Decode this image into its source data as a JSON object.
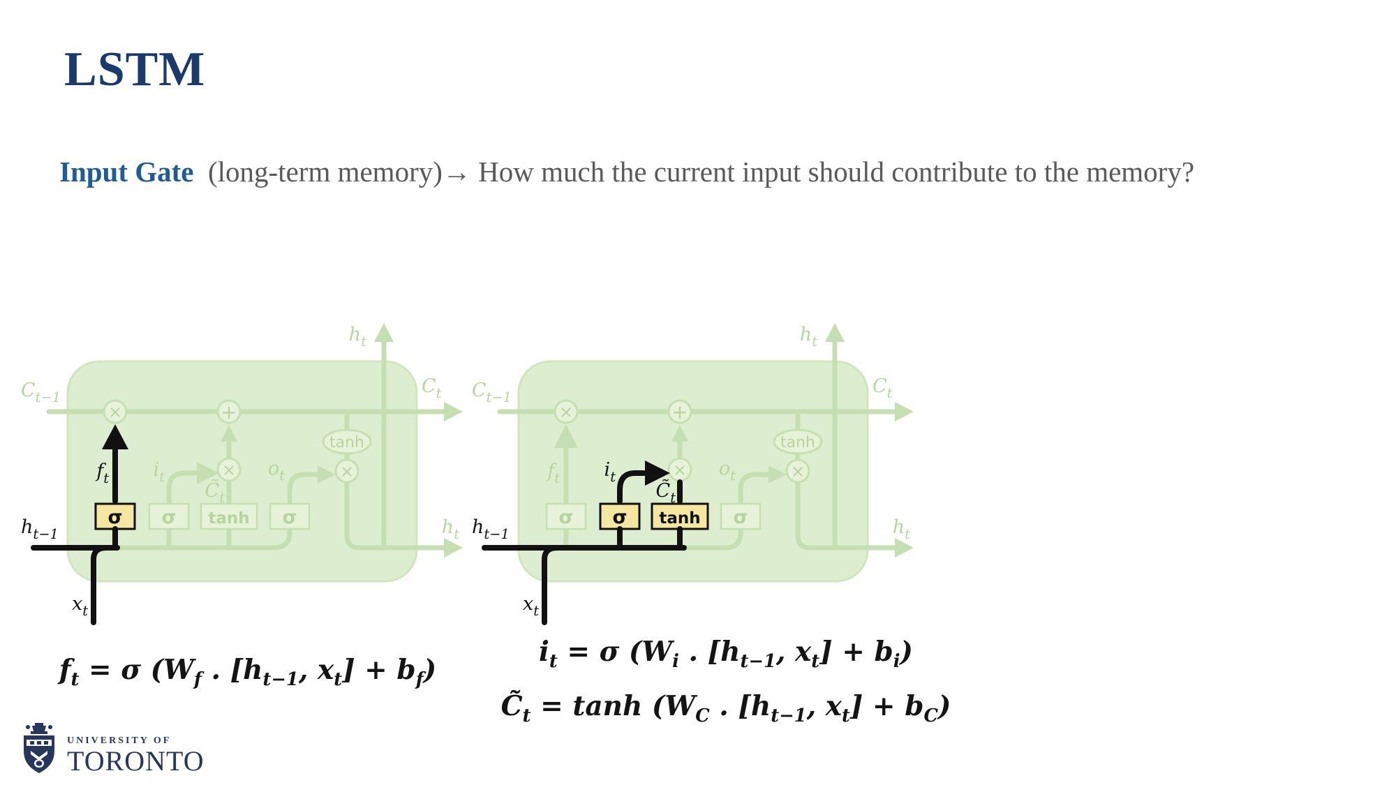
{
  "slide": {
    "title": "LSTM"
  },
  "intro": {
    "lead": "Input Gate",
    "rest": "  (long-term memory)→ How much the current input should contribute to the memory?"
  },
  "colors": {
    "accent_navy": "#1a3a6d",
    "accent_blue": "#1f5c97",
    "body_gray": "#595959",
    "cell_fill": "#ddeed0",
    "cell_stroke": "#cfe6bd",
    "faded_line": "#c5deb2",
    "faded_fill": "#e7f3d9",
    "faded_text": "#b7d4a0",
    "gate_yellow": "#f5e7a0",
    "ink": "#111111",
    "logo_navy": "#26365c"
  },
  "diagrams": [
    {
      "name": "lstm-forget-gate-diagram",
      "highlight": "forget",
      "labels": {
        "c_prev": "C_(t−1)",
        "c_out": "C_t",
        "h_top": "h_t",
        "h_out": "h_t",
        "h_prev": "h_(t−1)",
        "x_in": "x_t",
        "f": "f_t",
        "i": "i_t",
        "c_tilde": "C̃_t",
        "o": "o_t",
        "sigma": "σ",
        "tanh": "tanh",
        "times": "×",
        "plus": "+"
      },
      "formulas": [
        "f_t = σ (W_f . [h_(t−1), x_t] + b_f)"
      ]
    },
    {
      "name": "lstm-input-gate-diagram",
      "highlight": "input",
      "labels": {
        "c_prev": "C_(t−1)",
        "c_out": "C_t",
        "h_top": "h_t",
        "h_out": "h_t",
        "h_prev": "h_(t−1)",
        "x_in": "x_t",
        "f": "f_t",
        "i": "i_t",
        "c_tilde": "C̃_t",
        "o": "o_t",
        "sigma": "σ",
        "tanh": "tanh",
        "times": "×",
        "plus": "+"
      },
      "formulas": [
        "i_t = σ (W_i . [h_(t−1), x_t] + b_i)",
        "C̃_t = tanh (W_C . [h_(t−1), x_t] + b_C)"
      ]
    }
  ],
  "footer": {
    "line1": "UNIVERSITY OF",
    "line2": "TORONTO"
  }
}
